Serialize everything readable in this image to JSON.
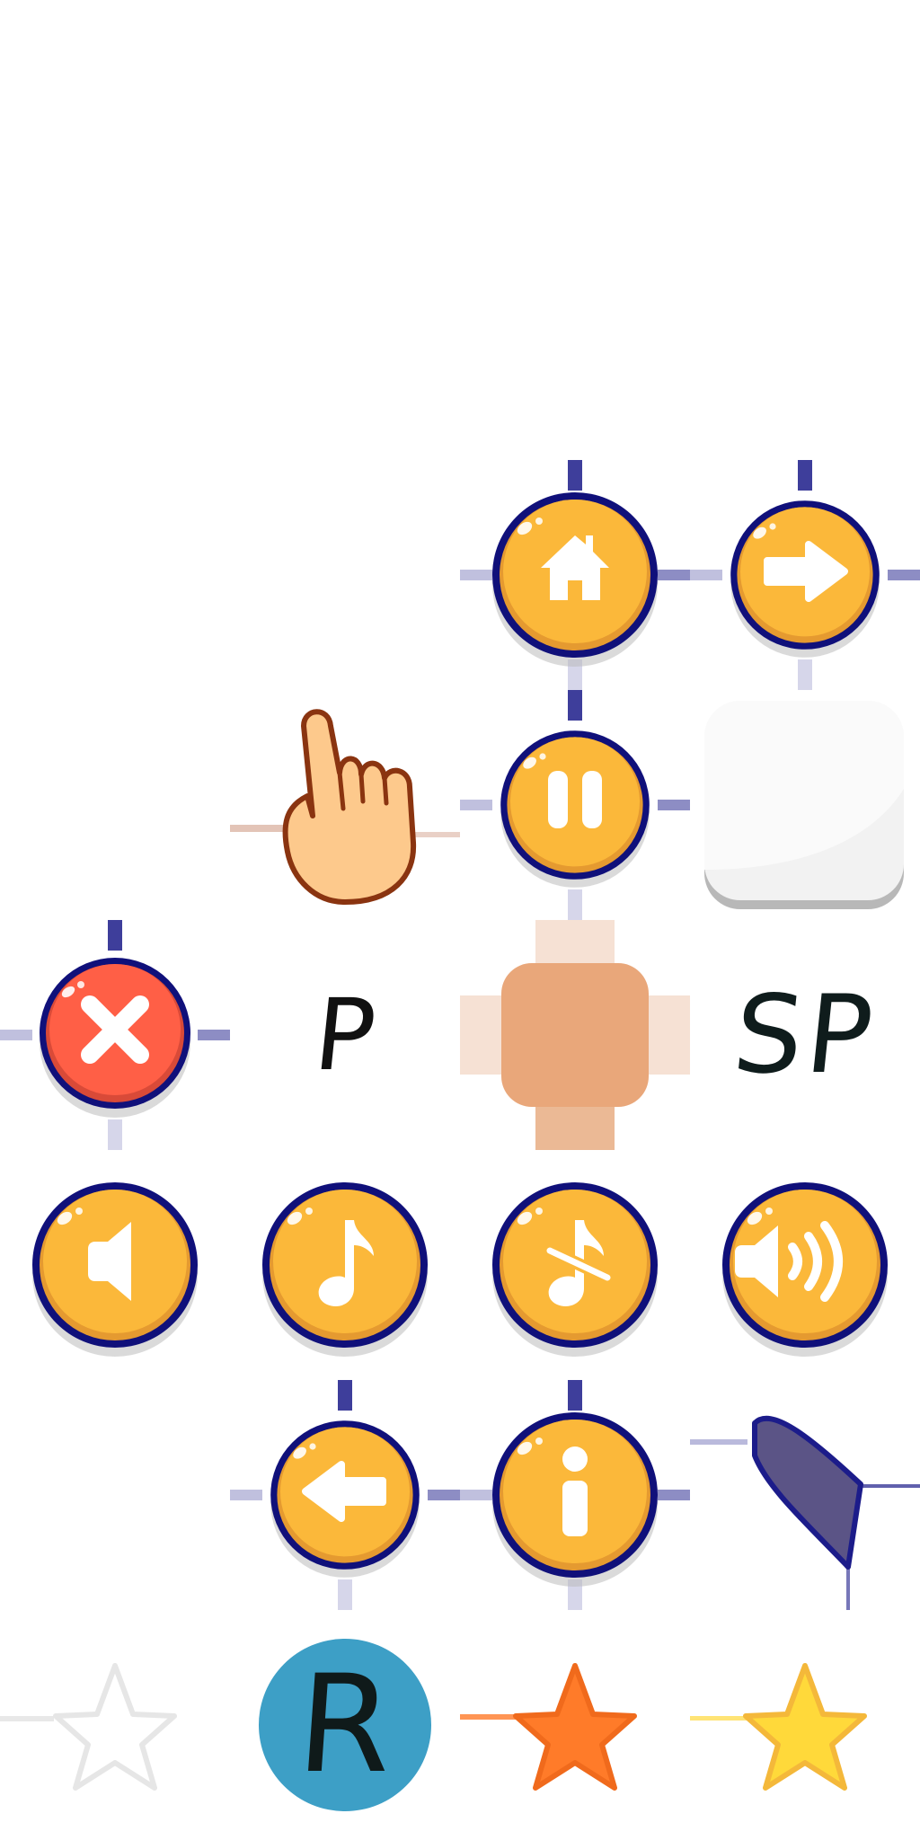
{
  "sprites": {
    "p_label": "P",
    "sp_label": "SP",
    "r_label": "R"
  },
  "colors": {
    "button_fill": "#fbb83a",
    "button_shade": "#e59a30",
    "button_ring": "#10107a",
    "close_fill": "#ff5f46",
    "hand_fill": "#fdc98c",
    "hand_outline": "#8a3410",
    "dpad": "#e9a77a",
    "blue_circle": "#3d9fc6",
    "star_orange": "#ff7b29",
    "star_yellow": "#ffd93a",
    "guide_line": "#1c1c8a"
  },
  "icons": [
    "home-icon",
    "arrow-right-icon",
    "pointing-hand-icon",
    "pause-icon",
    "blank-tile-icon",
    "close-icon",
    "dpad-icon",
    "sound-low-icon",
    "music-on-icon",
    "music-off-icon",
    "sound-high-icon",
    "arrow-left-icon",
    "info-icon",
    "leaf-shape-icon",
    "star-empty-icon",
    "star-orange-icon",
    "star-yellow-icon"
  ]
}
